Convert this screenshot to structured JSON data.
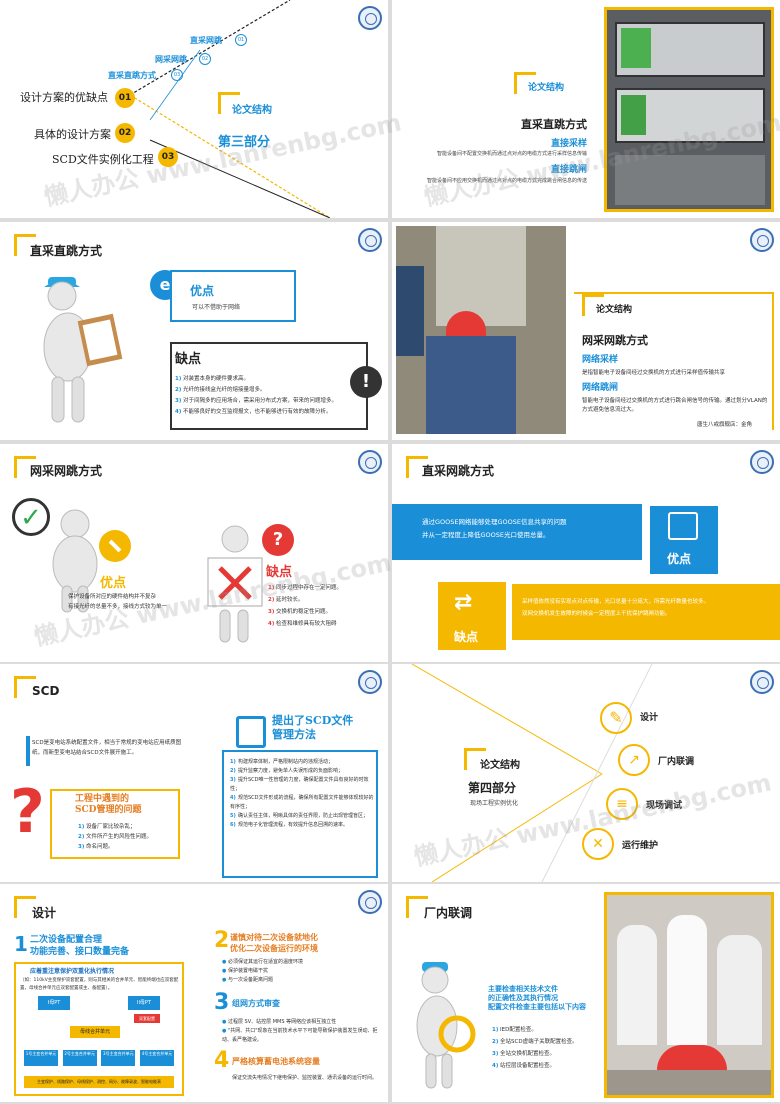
{
  "s1": {
    "items": [
      "设计方案的优缺点",
      "具体的设计方案",
      "SCD文件实例化工程"
    ],
    "nums": [
      "01",
      "02",
      "03"
    ],
    "small": [
      "直采网跳",
      "网采网跳",
      "直采直跳方式"
    ],
    "snums": [
      "01",
      "02",
      "03"
    ],
    "part_label": "论文结构",
    "part": "第三部分"
  },
  "s2": {
    "badge": "论文结构",
    "title": "直采直跳方式",
    "h1": "直接采样",
    "d1": "智能设备间不配置交换机而通过点对点的电缆方式进行采样信息传输",
    "h2": "直接跳闸",
    "d2": "智能设备间不应用交换机而通过点对点的电缆方式完成跳合闸信息的传送"
  },
  "s3": {
    "title": "直采直跳方式",
    "adv_label": "优点",
    "adv_text": "可以不借助于网络",
    "dis_label": "缺点",
    "dis": [
      "对装置本身的硬件要求高。",
      "光纤的接线盒光纤的熔接量增多。",
      "对于间隔多的应用场合，需采用分布式方案，带来的问题增多。",
      "不能够良好的交互监视报文，也不能够进行有效的故障分析。"
    ]
  },
  "s4": {
    "badge": "论文结构",
    "title": "网采网跳方式",
    "h1": "网络采样",
    "d1": "是指智能电子设备间经过交换机的方式进行采样值传输共享",
    "h2": "网络跳闸",
    "d2": "智能电子设备间经过交换机的方式进行跳合闸信号的传输。通过划分VLAN的方式避免信息流过大。",
    "caption": "唐生八戒旗舰店：金角"
  },
  "s5": {
    "title": "网采网跳方式",
    "adv_label": "优点",
    "adv_text": "保护设备所对应的硬件结构并不复杂\n有接光纤的总量不多，接线方式较为单一",
    "dis_label": "缺点",
    "dis": [
      "同步过程中存在一定问题。",
      "延时较长。",
      "交换机的稳定性问题。",
      "检查和维修具有较大阻碍"
    ]
  },
  "s6": {
    "title": "直采网跳方式",
    "adv_label": "优点",
    "adv_text": "通过GOOSE网络能够处理GOOSE信息共享的问题\n并从一定程度上降低GOOSE光口使用总量。",
    "dis_label": "缺点",
    "dis_text": "采样值依然没有实现点对点传输，光口总量十分庞大，所需光纤数量也较多。\n双网交换机发生故障的时候会一定程度上干扰保护跳闸功能。"
  },
  "s7": {
    "title": "SCD",
    "desc": "SCD是变电站系统配置文件，相当于常规的变电站应用纸质图纸，而新型变电站结合SCD文件展开施工。",
    "q_title": "工程中遇到的\nSCD管理的问题",
    "q_items": [
      "设备厂家比较杂乱；",
      "文件所产生的风险性问题。",
      "命名问题。"
    ],
    "m_title": "提出了SCD文件\n管理方法",
    "m_items": [
      "构建规章体制，严格限制站内的违规活动；",
      "提升监察力度，避免单人失误形成的负面影响；",
      "提升SCD唯一性管理的力度，确保配置文件具有良好的时效性；",
      "规范SCD文件形成的流程，确保所有配置文件能够体现较好的有序性；",
      "确认责任主体，明晰具体的责任界限，防止出现管理盲区；",
      "规范电子化管理流程，有效提升信息回溯的速率。"
    ]
  },
  "s8": {
    "badge": "论文结构",
    "part": "第四部分",
    "sub": "现场工程实例优化",
    "items": [
      "设计",
      "厂内联调",
      "现场调试",
      "运行维护"
    ]
  },
  "s9": {
    "title": "设计",
    "b1": "二次设备配置合理\n功能完善、接口数量完备",
    "box_title": "应着重注意保护双重化执行情况",
    "box_text": "（如：110kV主变保护双套配置，则与其相关的合并单元、智能终端也应双套配置，母线合并单元应双套配置或主、备配置）。",
    "diag_top": [
      "I母PT",
      "II母PT"
    ],
    "diag_mid": "母线合并单元",
    "diag_side": "双套配置",
    "diag_bot": [
      "1号主变合并单元",
      "2号主变合并单元",
      "3号主变合并单元",
      "4号主变合并单元"
    ],
    "diag_foot": "主变保护、线路保护、母线保护、测控、网分、故障录波、智能电能表",
    "b2": "谨慎对待二次设备就地化\n优化二次设备运行的环境",
    "b2_items": [
      "必须保证其运行在适宜的温度环境",
      "保护装置电磁干扰",
      "与一次设备距离问题"
    ],
    "b3": "组网方式审查",
    "b3_items": [
      "过程层 SV、站控层 MMS 等网络应该相互独立性",
      "\"共网、共口\"现象在当前技术水平下可能导致保护装置发生误动、拒动、丢严格建设。"
    ],
    "b4": "严格核算蓄电池系统容量",
    "b4_text": "保证交流失电情况下继电保护、监控装置、通讯设备的运行时间。"
  },
  "s10": {
    "title": "厂内联调",
    "lead": "主要检查相关技术文件\n的正确性及其执行情况\n配置文件检查主要包括以下内容",
    "items": [
      "IED配置检查。",
      "全站SCD虚端子关联配置检查。",
      "全站交换机配置检查。",
      "站控层设备配置检查。"
    ]
  },
  "nums_list": [
    "1)",
    "2)",
    "3)",
    "4)",
    "5)",
    "6)"
  ],
  "watermark": "懒人办公 www.lanrenbg.com"
}
